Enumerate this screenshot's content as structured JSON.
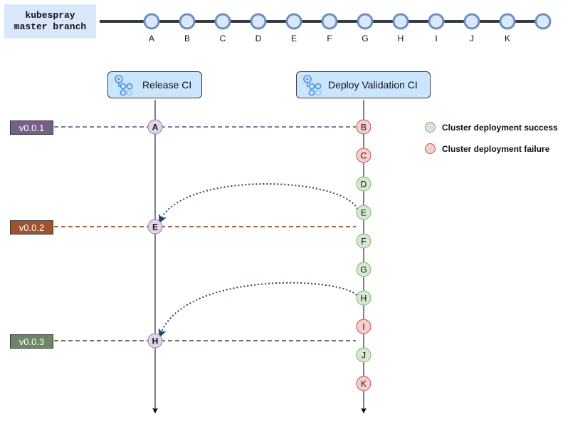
{
  "branch": {
    "label_line1": "kubespray",
    "label_line2": "master branch",
    "commits": [
      "A",
      "B",
      "C",
      "D",
      "E",
      "F",
      "G",
      "H",
      "I",
      "J",
      "K"
    ]
  },
  "release_ci": {
    "title": "Release CI"
  },
  "deploy_ci": {
    "title": "Deploy Validation CI"
  },
  "tags": [
    {
      "label": "v0.0.1",
      "color": "#76608a"
    },
    {
      "label": "v0.0.2",
      "color": "#a0522d"
    },
    {
      "label": "v0.0.3",
      "color": "#6d8764"
    }
  ],
  "release_nodes": [
    "A",
    "E",
    "H"
  ],
  "validation_nodes": [
    {
      "label": "B",
      "status": "failure"
    },
    {
      "label": "C",
      "status": "failure"
    },
    {
      "label": "D",
      "status": "success"
    },
    {
      "label": "E",
      "status": "success"
    },
    {
      "label": "F",
      "status": "success"
    },
    {
      "label": "G",
      "status": "success"
    },
    {
      "label": "H",
      "status": "success"
    },
    {
      "label": "I",
      "status": "failure"
    },
    {
      "label": "J",
      "status": "success"
    },
    {
      "label": "K",
      "status": "failure"
    }
  ],
  "legend": {
    "success_label": "Cluster deployment success",
    "failure_label": "Cluster deployment failure"
  },
  "colors": {
    "success": "#d5e8d4",
    "success_border": "#82b366",
    "failure": "#f8cecc",
    "failure_border": "#b85450",
    "release_node": "#e1d5e7",
    "release_node_border": "#9673a6",
    "commit_fill": "#dae8fc",
    "commit_border": "#6c8ebf",
    "branch_line": "#36393d",
    "arrow": "#23445d"
  }
}
